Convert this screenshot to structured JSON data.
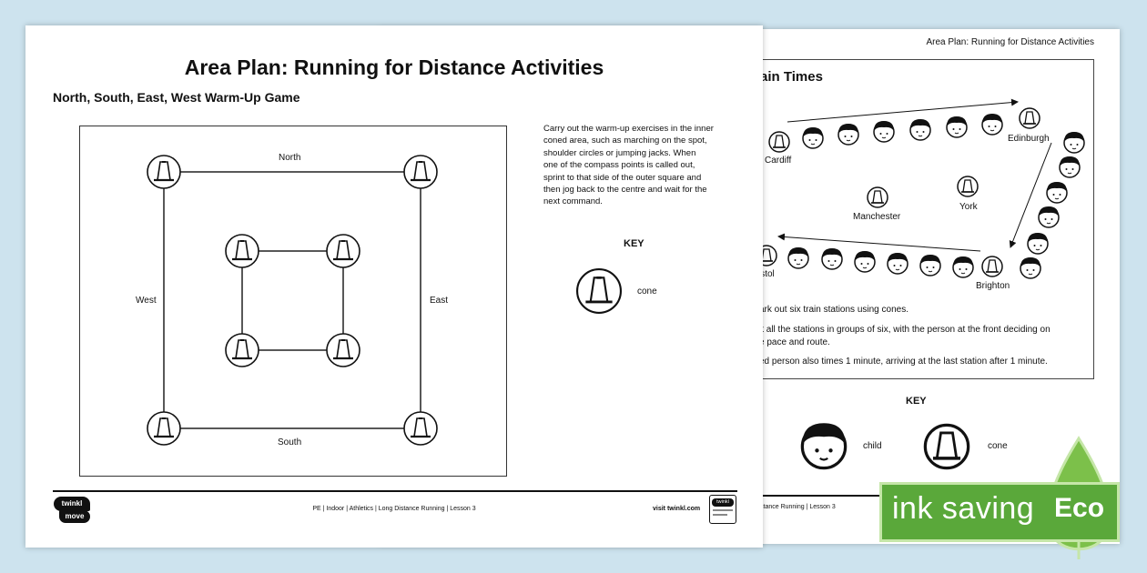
{
  "back_page": {
    "header": "Area Plan: Running for Distance Activities",
    "section_title": "ain Times",
    "stations": [
      "Cardiff",
      "Edinburgh",
      "Manchester",
      "York",
      "istol",
      "Brighton"
    ],
    "instructions": [
      "ark out six train stations using cones.",
      "it all the stations in groups of six, with the person at the front deciding on",
      "e pace and route.",
      "ed person also times 1 minute, arriving at the last station after 1 minute."
    ],
    "key_title": "KEY",
    "key_child": "child",
    "key_cone": "cone",
    "footer": "stance Running | Lesson 3"
  },
  "front_page": {
    "title": "Area Plan: Running for Distance Activities",
    "subtitle": "North, South, East, West Warm-Up Game",
    "labels": {
      "north": "North",
      "south": "South",
      "west": "West",
      "east": "East"
    },
    "instructions": [
      "Carry out the warm-up exercises in the inner",
      "coned area, such as marching on the spot,",
      "shoulder circles or jumping jacks. When",
      "one of the compass points is called out,",
      "sprint to that side of the outer square and",
      "then jog back to the centre and wait for the",
      "next command."
    ],
    "key_title": "KEY",
    "key_cone": "cone",
    "footer_center": "PE | Indoor | Athletics | Long Distance Running | Lesson 3",
    "footer_right": "visit twinkl.com",
    "logo_text": [
      "twinkl",
      "move"
    ],
    "badge_text": "twinkl"
  },
  "eco_badge": {
    "text": "ink saving",
    "eco": "Eco",
    "color": "#5aa83a"
  }
}
